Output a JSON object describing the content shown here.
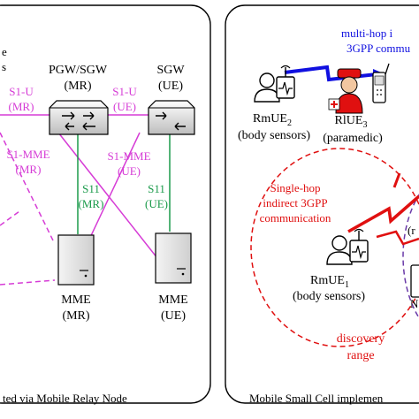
{
  "left_panel": {
    "left_edge_text": [
      "e",
      "s"
    ],
    "caption": "ted via Mobile Relay Node",
    "pgw": {
      "title": "PGW/SGW",
      "sub": "(MR)"
    },
    "sgw": {
      "title": "SGW",
      "sub": "(UE)"
    },
    "s1u_mr": [
      "S1-U",
      "(MR)"
    ],
    "s1u_ue": [
      "S1-U",
      "(UE)"
    ],
    "s1mme_mr": [
      "S1-MME",
      "(MR)"
    ],
    "s1mme_ue": [
      "S1-MME",
      "(UE)"
    ],
    "s11_mr": [
      "S11",
      "(MR)"
    ],
    "s11_ue": [
      "S11",
      "(UE)"
    ],
    "mme_mr": [
      "MME",
      "(MR)"
    ],
    "mme_ue": [
      "MME",
      "(UE)"
    ]
  },
  "right_panel": {
    "caption": "Mobile Small Cell implemen",
    "multi_hop": [
      "multi-hop i",
      "3GPP commu"
    ],
    "rmue2": [
      "RmUE",
      "2",
      "(body sensors)"
    ],
    "rlue3": [
      "RlUE",
      "3",
      "(paramedic)"
    ],
    "single_hop": [
      "Single-hop",
      "indirect 3GPP",
      "communication"
    ],
    "rmue1": [
      "RmUE",
      "1",
      "(body sensors)"
    ],
    "discovery": [
      "discovery",
      "range"
    ],
    "edge_fragments": [
      "(r",
      "N"
    ]
  },
  "colors": {
    "magenta": "#d63cd6",
    "green": "#1a9a4a",
    "red": "#e01010",
    "blue": "#1010e0",
    "purple": "#6a3aa8"
  }
}
